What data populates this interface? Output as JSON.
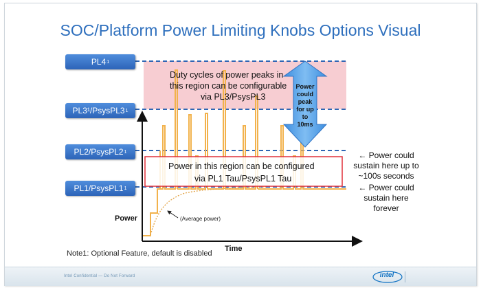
{
  "title": "SOC/Platform Power Limiting Knobs Options Visual",
  "levels": [
    {
      "name": "pl4",
      "label": "PL4",
      "sup": "1"
    },
    {
      "name": "pl3",
      "label": "PL3¹/PsysPL3",
      "sup": "1"
    },
    {
      "name": "pl2",
      "label": "PL2/PsysPL2",
      "sup": "1"
    },
    {
      "name": "pl1",
      "label": "PL1/PsysPL1",
      "sup": "1"
    }
  ],
  "boxes": {
    "duty_line1": "Duty cycles of power peaks in",
    "duty_line2": "this region can be configurable",
    "duty_line3": "via PL3/PsysPL3",
    "tau_line1": "Power in this region can be configured",
    "tau_line2": "via PL1 Tau/PsysPL1 Tau"
  },
  "arrow_text": [
    "Power",
    "could",
    "peak",
    "for up",
    "to",
    "10ms"
  ],
  "annotations": {
    "pl2_line1": "← Power could",
    "pl2_line2": "sustain here up to",
    "pl2_line3": "~100s seconds",
    "pl1_line1": "← Power could",
    "pl1_line2": "sustain here",
    "pl1_line3": "forever",
    "average": "(Average power)"
  },
  "axes": {
    "y_label": "Power",
    "x_label": "Time"
  },
  "note": "Note1: Optional Feature, default is disabled",
  "footer": {
    "confidential": "Intel Confidential — Do Not Forward",
    "logo": "intel"
  },
  "colors": {
    "title": "#2e6fbd",
    "level_box": "#3a78cc",
    "dashed_line": "#2f66b4",
    "peak_region": "#f6c4ca",
    "power_trace": "#f2b24c",
    "tau_box_border": "#e0303a",
    "arrow": "#5aa3e6"
  }
}
